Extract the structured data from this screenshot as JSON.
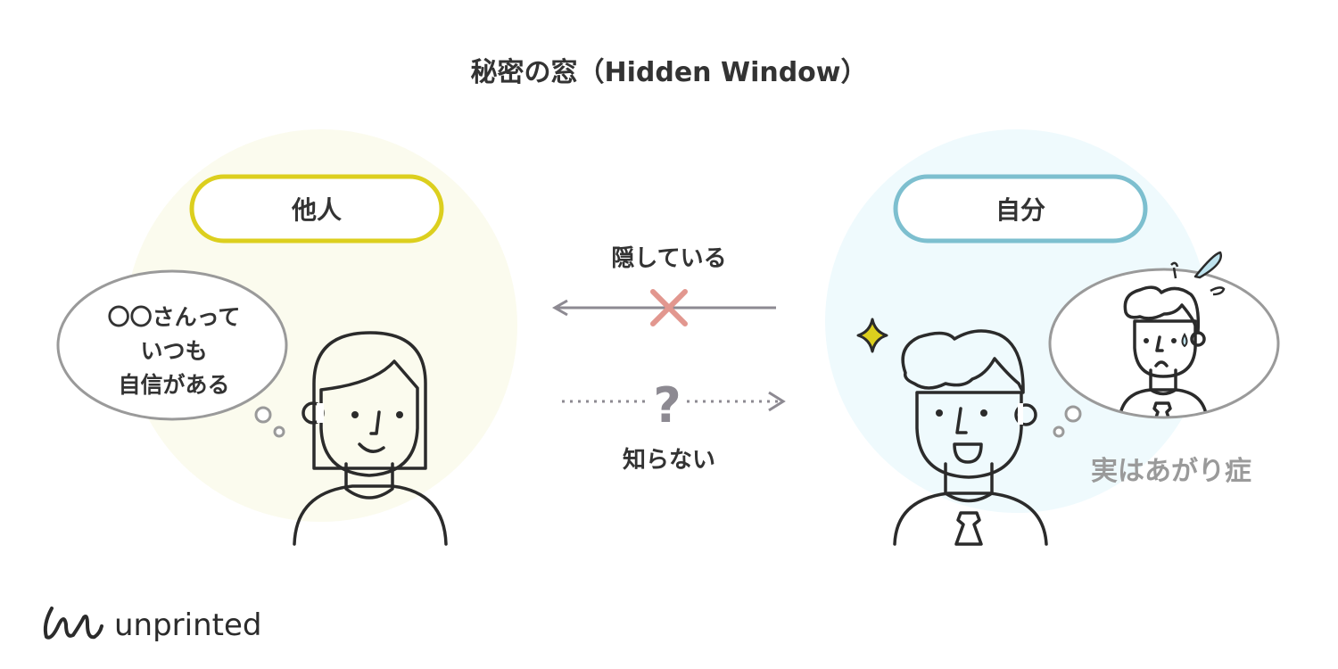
{
  "title": "秘密の窓（Hidden Window）",
  "others": {
    "label": "他人",
    "thought_lines": [
      "〇〇さんって",
      "いつも",
      "自信がある"
    ]
  },
  "self": {
    "label": "自分",
    "secret": "実はあがり症"
  },
  "arrows": {
    "top_label": "隠している",
    "question_mark": "?",
    "bottom_label": "知らない"
  },
  "logo": {
    "text": "unprinted"
  },
  "colors": {
    "yellow": "#dccf1e",
    "blue": "#7dbfcf",
    "red_x": "#e2978f",
    "gray": "#9a9a9a",
    "text": "#333333"
  }
}
